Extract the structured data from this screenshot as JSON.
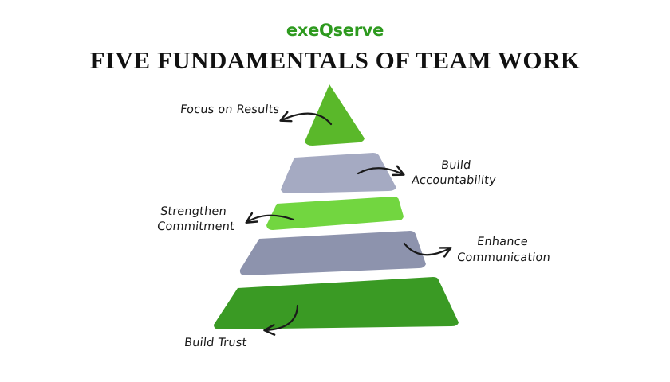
{
  "brand": {
    "name": "exeQserve",
    "color": "#2e9a1f"
  },
  "title": "FIVE FUNDAMENTALS OF TEAM WORK",
  "colors": {
    "green_top": "#5ab82a",
    "gray_band": "#a5aac2",
    "green_light": "#72d640",
    "gray_dark": "#8d93ad",
    "green_base": "#3a9a24",
    "arrow": "#1a1a1a"
  },
  "levels": [
    {
      "label_lines": [
        "Focus on Results"
      ]
    },
    {
      "label_lines": [
        "Build",
        "Accountability"
      ]
    },
    {
      "label_lines": [
        "Strengthen",
        "Commitment"
      ]
    },
    {
      "label_lines": [
        "Enhance",
        "Communication"
      ]
    },
    {
      "label_lines": [
        "Build Trust"
      ]
    }
  ]
}
